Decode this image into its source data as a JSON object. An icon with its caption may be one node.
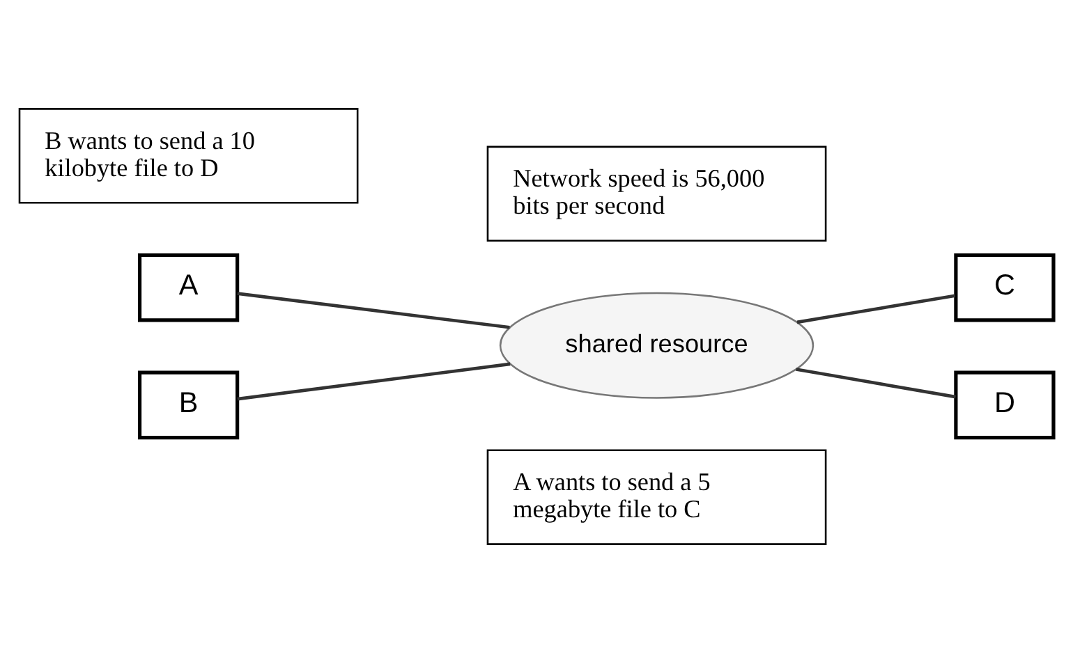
{
  "diagram": {
    "nodes": [
      {
        "text": [
          "A wants to send a 5 megabyte file to C"
        ]
      },
      {
        "text": [
          "A"
        ]
      },
      {
        "text": [
          "C"
        ]
      },
      {
        "text": [
          "shared resource"
        ]
      },
      {
        "text": [
          "B"
        ]
      },
      {
        "text": [
          "D"
        ]
      },
      {
        "text": [
          "Network speed is 56,000 bits per second"
        ]
      },
      {
        "text": [
          "B wants to send a 10 kilobyte file to D"
        ]
      }
    ],
    "edges": [
      {
        "from": 1,
        "to": 3,
        "arrow": "none"
      },
      {
        "from": 3,
        "to": 2,
        "arrow": "none"
      },
      {
        "from": 4,
        "to": 3,
        "arrow": "none"
      },
      {
        "from": 3,
        "to": 5,
        "arrow": "none"
      }
    ]
  }
}
